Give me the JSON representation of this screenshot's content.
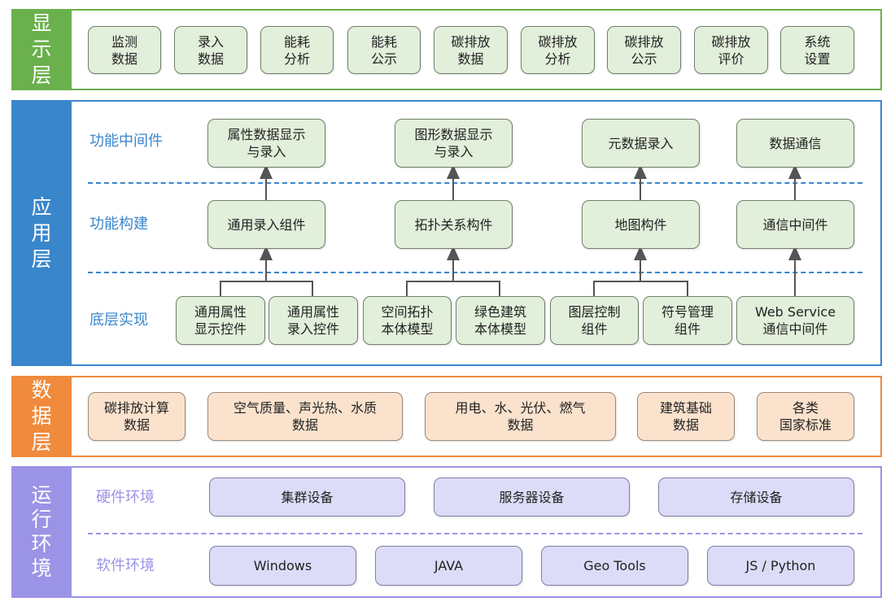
{
  "colors": {
    "display": "#6ab04c",
    "application": "#3a86cb",
    "data": "#f08a3c",
    "runtime": "#9b93e6",
    "sublabel_app": "#3a86cb",
    "sublabel_runtime": "#9b93e6"
  },
  "display_layer": {
    "label": "显示层",
    "items": [
      "监测\n数据",
      "录入\n数据",
      "能耗\n分析",
      "能耗\n公示",
      "碳排放\n数据",
      "碳排放\n分析",
      "碳排放\n公示",
      "碳排放\n评价",
      "系统\n设置"
    ]
  },
  "application_layer": {
    "label": "应用层",
    "rows": {
      "middleware": "功能中间件",
      "construction": "功能构建",
      "implementation": "底层实现"
    },
    "middleware_items": [
      "属性数据显示\n与录入",
      "图形数据显示\n与录入",
      "元数据录入",
      "数据通信"
    ],
    "construction_items": [
      "通用录入组件",
      "拓扑关系构件",
      "地图构件",
      "通信中间件"
    ],
    "implementation_items": [
      "通用属性\n显示控件",
      "通用属性\n录入控件",
      "空间拓扑\n本体模型",
      "绿色建筑\n本体模型",
      "图层控制\n组件",
      "符号管理\n组件",
      "Web Service\n通信中间件"
    ]
  },
  "data_layer": {
    "label": "数据层",
    "items": [
      "碳排放计算\n数据",
      "空气质量、声光热、水质\n数据",
      "用电、水、光伏、燃气\n数据",
      "建筑基础\n数据",
      "各类\n国家标准"
    ]
  },
  "runtime_layer": {
    "label": "运行环境",
    "rows": {
      "hardware": "硬件环境",
      "software": "软件环境"
    },
    "hardware_items": [
      "集群设备",
      "服务器设备",
      "存储设备"
    ],
    "software_items": [
      "Windows",
      "JAVA",
      "Geo Tools",
      "JS / Python"
    ]
  }
}
